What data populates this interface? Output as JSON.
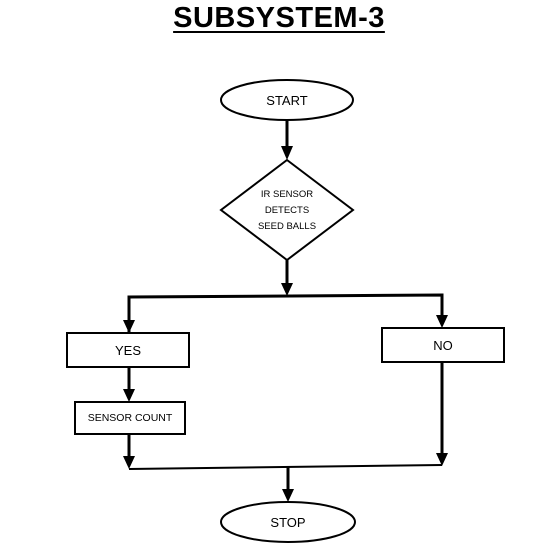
{
  "title": "SUBSYSTEM-3",
  "nodes": {
    "start": "START",
    "decision_line1": "IR SENSOR",
    "decision_line2": "DETECTS",
    "decision_line3": "SEED BALLS",
    "yes": "YES",
    "no": "NO",
    "sensor_count": "SENSOR COUNT",
    "stop": "STOP"
  }
}
